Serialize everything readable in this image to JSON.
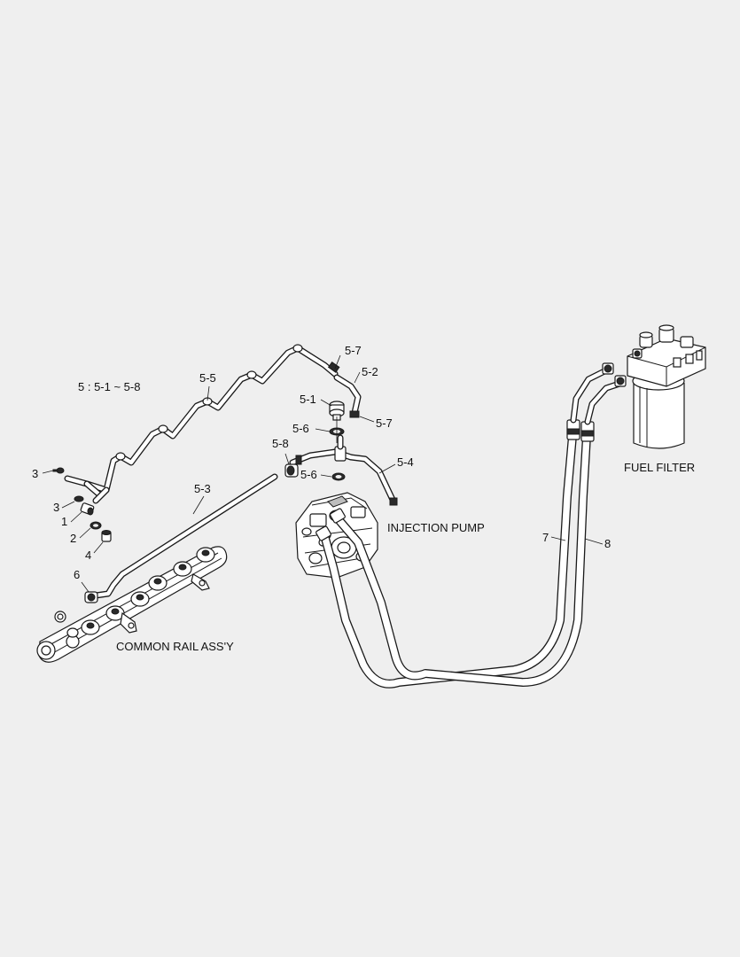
{
  "summary_label": "5 : 5-1 ~ 5-8",
  "assemblies": {
    "common_rail": "COMMON RAIL ASS'Y",
    "injection_pump": "INJECTION PUMP",
    "fuel_filter": "FUEL FILTER"
  },
  "callouts": {
    "c57a": "5-7",
    "c52": "5-2",
    "c55": "5-5",
    "c51": "5-1",
    "c57b": "5-7",
    "c56a": "5-6",
    "c58": "5-8",
    "c54": "5-4",
    "c56b": "5-6",
    "c53": "5-3",
    "c3a": "3",
    "c3b": "3",
    "c1": "1",
    "c2": "2",
    "c4": "4",
    "c6": "6",
    "c7": "7",
    "c8": "8"
  },
  "colors": {
    "background": "#efefef",
    "line": "#1a1a1a"
  }
}
